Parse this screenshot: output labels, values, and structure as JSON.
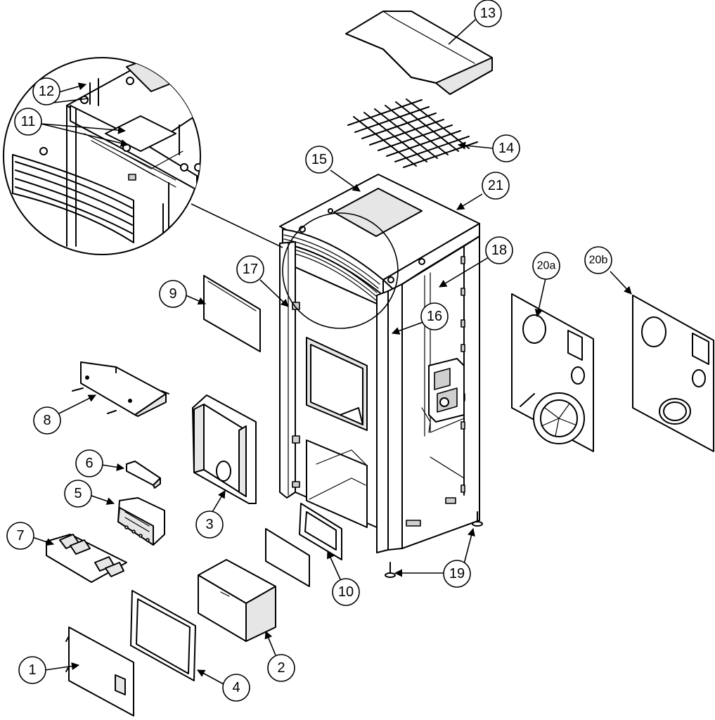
{
  "callouts": {
    "c1": "1",
    "c2": "2",
    "c3": "3",
    "c4": "4",
    "c5": "5",
    "c6": "6",
    "c7": "7",
    "c8": "8",
    "c9": "9",
    "c10": "10",
    "c11": "11",
    "c12": "12",
    "c13": "13",
    "c14": "14",
    "c15": "15",
    "c16": "16",
    "c17": "17",
    "c18": "18",
    "c19": "19",
    "c20a": "20a",
    "c20b": "20b",
    "c21": "21"
  }
}
